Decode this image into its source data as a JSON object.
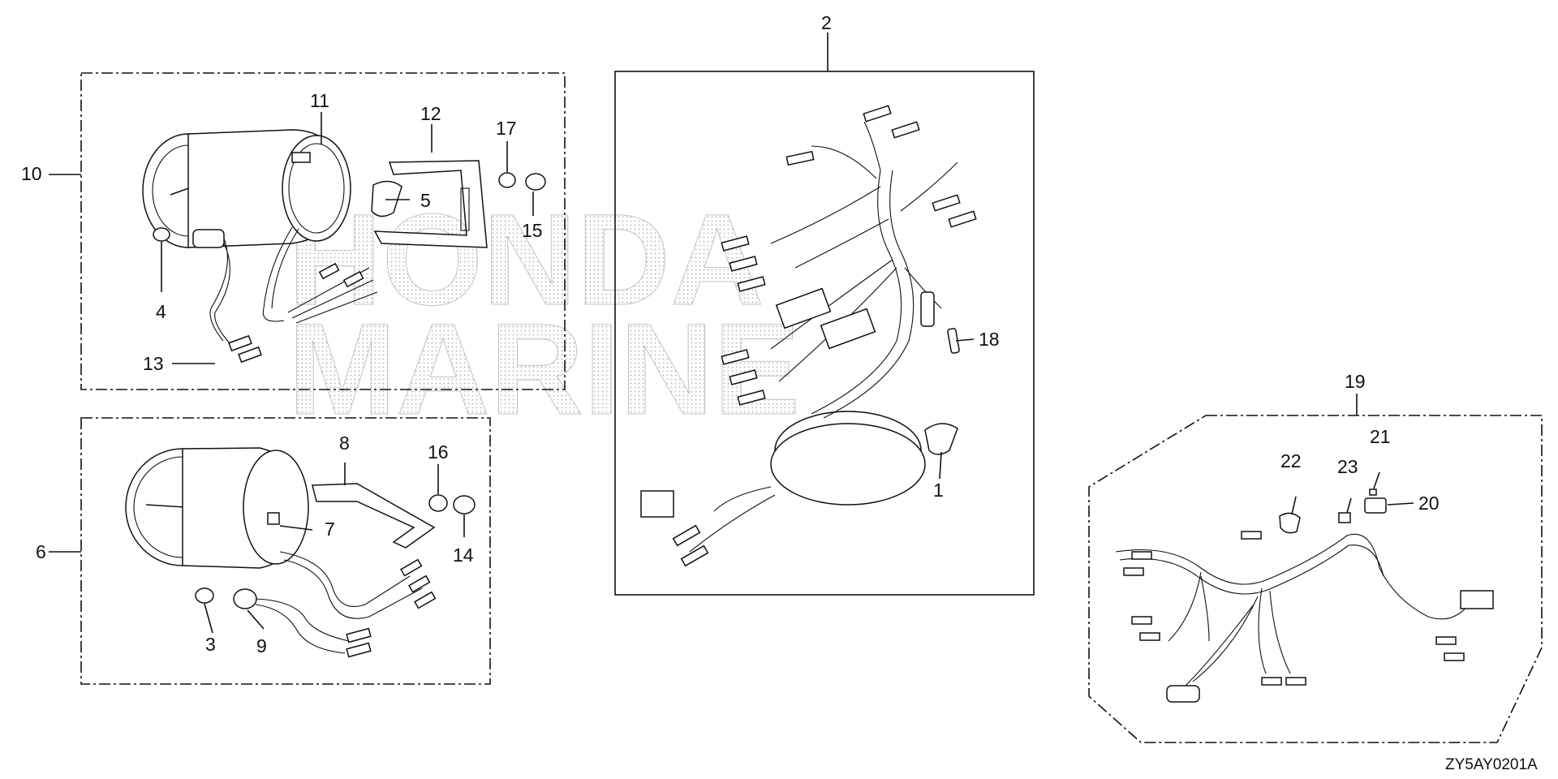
{
  "diagram": {
    "callouts": [
      "1",
      "2",
      "3",
      "4",
      "5",
      "6",
      "7",
      "8",
      "9",
      "10",
      "11",
      "12",
      "13",
      "14",
      "15",
      "16",
      "17",
      "18",
      "19",
      "20",
      "21",
      "22",
      "23"
    ],
    "diagram_code": "ZY5AY0201A",
    "watermark_lines": [
      "HONDA",
      "MARINE"
    ]
  }
}
